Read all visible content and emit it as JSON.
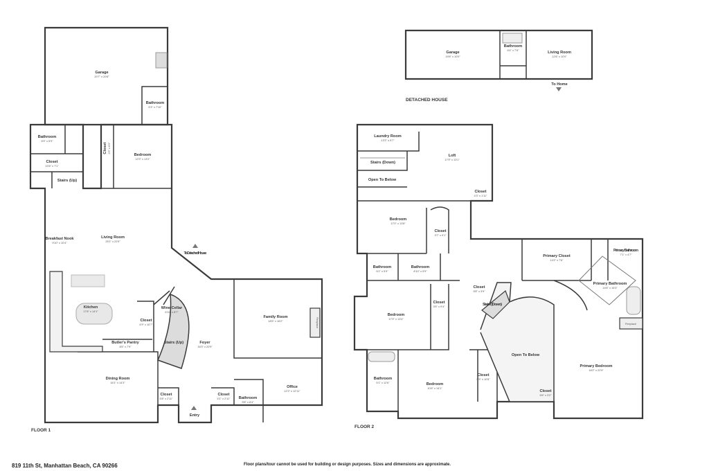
{
  "floor_labels": {
    "floor1": "FLOOR 1",
    "floor2": "FLOOR 2",
    "detached": "DETACHED HOUSE"
  },
  "address": "819 11th St, Manhattan Beach, CA 90266",
  "disclaimer": "Floor plans/tour cannot be used for building or design purposes. Sizes and dimensions are approximate.",
  "floor1_rooms": [
    {
      "name": "Garage",
      "dims": "20'7\" x 20'8\""
    },
    {
      "name": "Bathroom",
      "dims": "5'3\" x 7'10\""
    },
    {
      "name": "Bathroom",
      "dims": "6'9\" x 5'9\""
    },
    {
      "name": "Closet",
      "dims": "10'6\" x 7'1\""
    },
    {
      "name": "Stairs (Up)",
      "dims": ""
    },
    {
      "name": "Closet",
      "dims": "2'5\" x 8'5\""
    },
    {
      "name": "Bedroom",
      "dims": "12'3\" x 13'2\""
    },
    {
      "name": "Breakfast Nook",
      "dims": "9'10\" x 10'4\""
    },
    {
      "name": "Living Room",
      "dims": "25'1\" x 22'9\""
    },
    {
      "name": "To Detached House",
      "dims": ""
    },
    {
      "name": "Kitchen",
      "dims": "17'6\" x 14'1\""
    },
    {
      "name": "Closet",
      "dims": "4'9\" x 10'7\""
    },
    {
      "name": "Wine Cellar",
      "dims": "6'10\" x 8'7\""
    },
    {
      "name": "Stairs (Up)",
      "dims": ""
    },
    {
      "name": "Foyer",
      "dims": "16'3\" x 20'9\""
    },
    {
      "name": "Family Room",
      "dims": "18'5\" x 16'2\""
    },
    {
      "name": "Fireplace",
      "dims": ""
    },
    {
      "name": "Butler's Pantry",
      "dims": "8'5\" x 7'9\""
    },
    {
      "name": "Dining Room",
      "dims": "16'1\" x 14'3\""
    },
    {
      "name": "Closet",
      "dims": "5'8\" x 2'11\""
    },
    {
      "name": "Closet",
      "dims": "5'1\" x 2'11\""
    },
    {
      "name": "Bathroom",
      "dims": "5'8\" x 8'4\""
    },
    {
      "name": "Office",
      "dims": "12'2\" x 12'11\""
    },
    {
      "name": "Entry",
      "dims": ""
    }
  ],
  "detached_rooms": [
    {
      "name": "Garage",
      "dims": "19'8\" x 10'0\""
    },
    {
      "name": "Bathroom",
      "dims": "6'4\" x 7'6\""
    },
    {
      "name": "Living Room",
      "dims": "12'6\" x 10'0\""
    },
    {
      "name": "To Home",
      "dims": ""
    }
  ],
  "floor2_rooms": [
    {
      "name": "Laundry Room",
      "dims": "13'2\" x 5'7\""
    },
    {
      "name": "Loft",
      "dims": "17'9\" x 13'1\""
    },
    {
      "name": "Stairs (Down)",
      "dims": ""
    },
    {
      "name": "Open To Below",
      "dims": ""
    },
    {
      "name": "Closet",
      "dims": "4'3\" x 1'11\""
    },
    {
      "name": "Bedroom",
      "dims": "17'0\" x 13'6\""
    },
    {
      "name": "Closet",
      "dims": "3'7\" x 9'1\""
    },
    {
      "name": "Bathroom",
      "dims": "6'1\" x 5'9\""
    },
    {
      "name": "Bathroom",
      "dims": "8'10\" x 5'9\""
    },
    {
      "name": "Primary Closet",
      "dims": "14'2\" x 7'6\""
    },
    {
      "name": "Primary Bathroom",
      "dims": "7'1\" x 4'7\""
    },
    {
      "name": "Primary Bathroom",
      "dims": "14'6\" x 16'3\""
    },
    {
      "name": "Bedroom",
      "dims": "17'9\" x 13'4\""
    },
    {
      "name": "Closet",
      "dims": "3'5\" x 9'4\""
    },
    {
      "name": "Closet",
      "dims": "5'8\" x 3'9\""
    },
    {
      "name": "Stairs (Down)",
      "dims": ""
    },
    {
      "name": "Open To Below",
      "dims": ""
    },
    {
      "name": "Fireplace",
      "dims": ""
    },
    {
      "name": "Bathroom",
      "dims": "5'1\" x 12'6\""
    },
    {
      "name": "Bedroom",
      "dims": "10'6\" x 14'1\""
    },
    {
      "name": "Closet",
      "dims": "5'5\" x 10'8\""
    },
    {
      "name": "Closet",
      "dims": "5'6\" x 3'2\""
    },
    {
      "name": "Primary Bedroom",
      "dims": "18'2\" x 22'9\""
    }
  ]
}
